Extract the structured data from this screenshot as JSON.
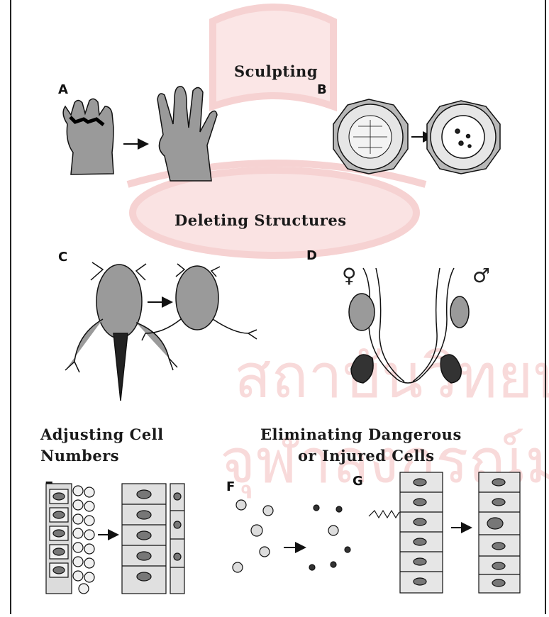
{
  "sections": {
    "sculpting": "Sculpting",
    "deleting": "Deleting Structures",
    "adjusting_line1": "Adjusting Cell",
    "adjusting_line2": "Numbers",
    "eliminating_line1": "Eliminating Dangerous",
    "eliminating_line2": "or Injured Cells"
  },
  "panels": {
    "a": "A",
    "b": "B",
    "c": "C",
    "d": "D",
    "e": "E",
    "f": "F",
    "g": "G"
  },
  "symbols": {
    "female": "♀",
    "male": "♂"
  },
  "colors": {
    "ink": "#1a1a1a",
    "tissue": "#9a9a9a",
    "tissue_light": "#d9d9d9",
    "watermark": "#f4c9c9"
  }
}
